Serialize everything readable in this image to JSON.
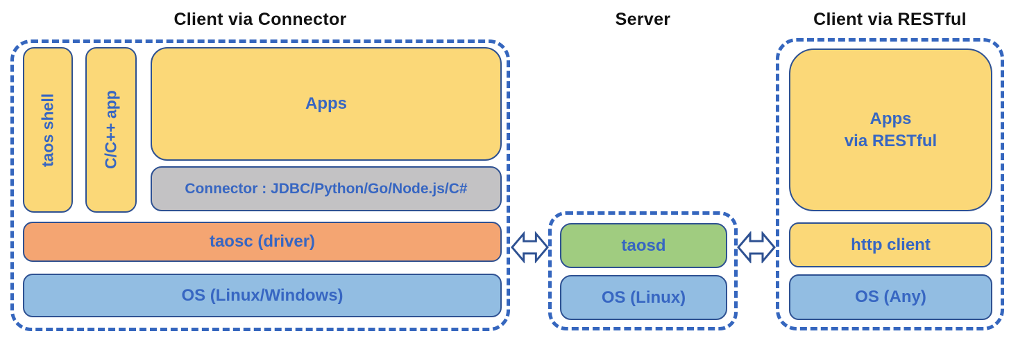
{
  "colors": {
    "box-yellow": "#FBD878",
    "box-orange": "#F4A572",
    "box-blue": "#92BDE2",
    "box-green": "#A0CC80",
    "box-gray": "#C3C2C4",
    "box-border": "#2E5192",
    "dashed-border": "#3566BE",
    "label-text": "#3766C2",
    "title-text": "#111111"
  },
  "sections": {
    "client_connector": {
      "title": "Client via Connector",
      "taos_shell": "taos shell",
      "cpp_app": "C/C++ app",
      "apps": "Apps",
      "connector": "Connector : JDBC/Python/Go/Node.js/C#",
      "taosc": "taosc (driver)",
      "os": "OS (Linux/Windows)"
    },
    "server": {
      "title": "Server",
      "taosd": "taosd",
      "os": "OS (Linux)"
    },
    "client_restful": {
      "title": "Client via RESTful",
      "apps_line1": "Apps",
      "apps_line2": "via RESTful",
      "http_client": "http client",
      "os": "OS (Any)"
    }
  }
}
